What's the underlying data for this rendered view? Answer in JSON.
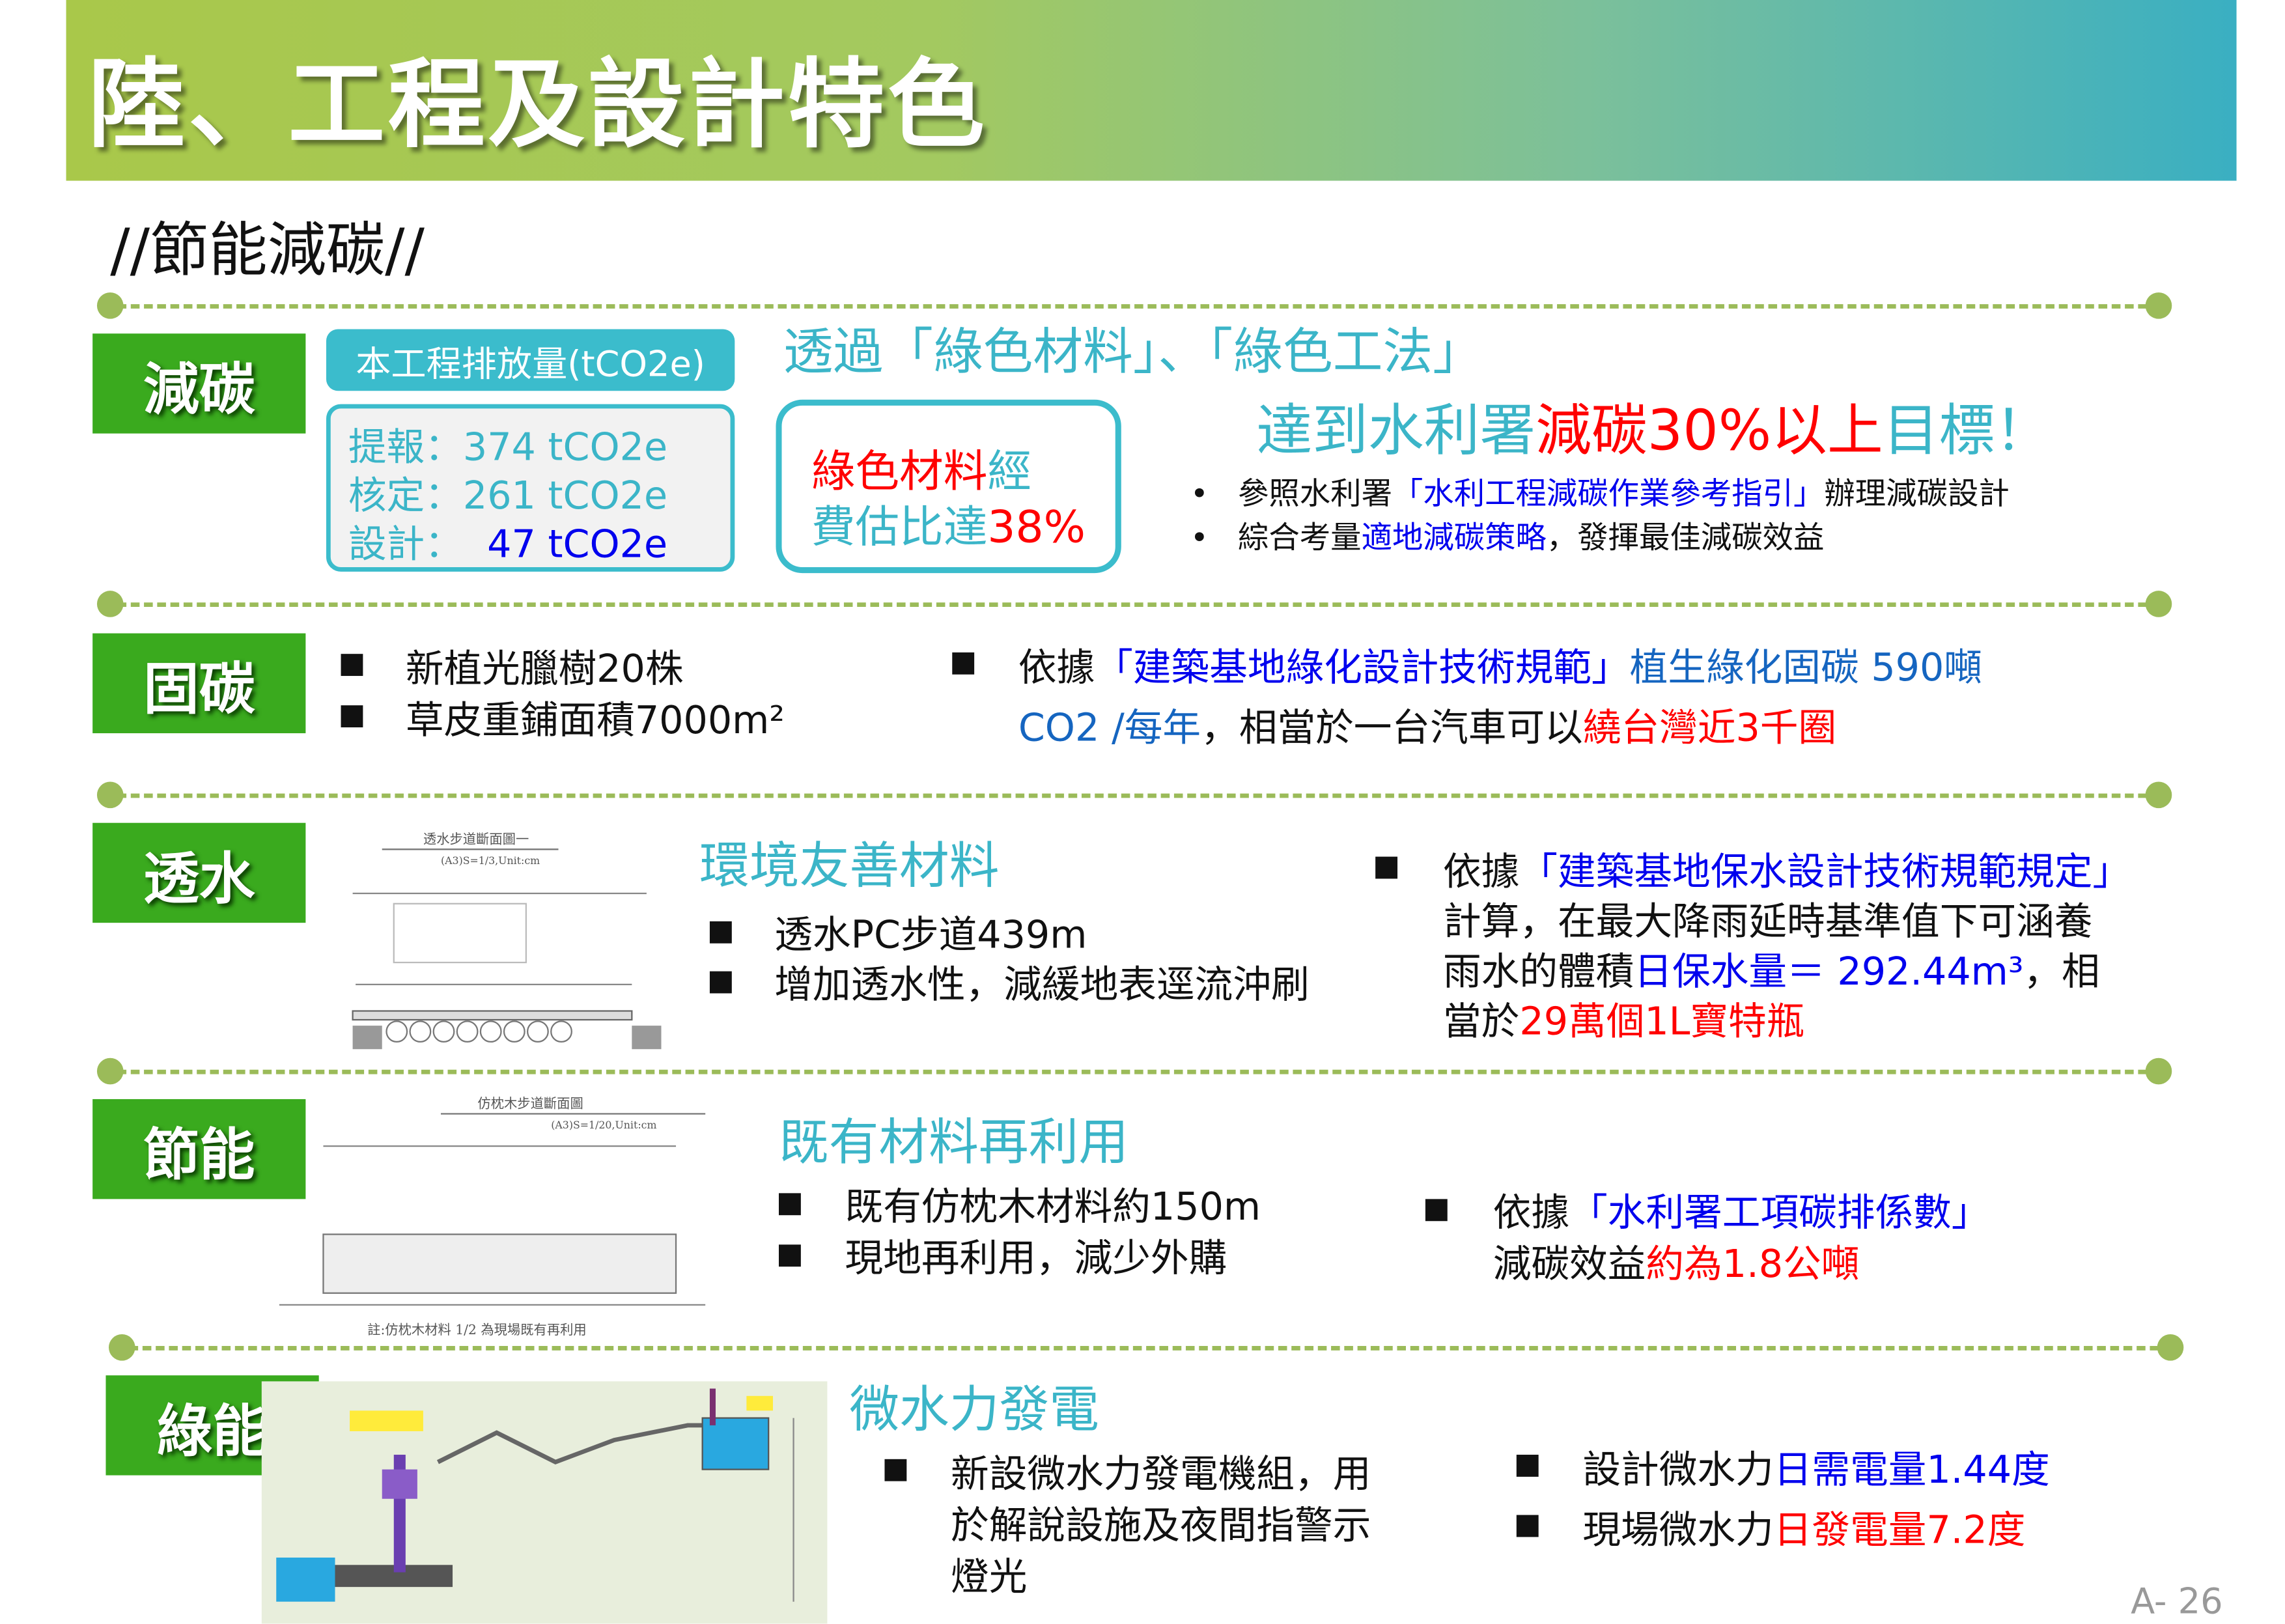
{
  "header": {
    "title": "陸、工程及設計特色"
  },
  "subtitle": "//節能減碳//",
  "sections": {
    "carbon_reduction": {
      "tag": "減碳",
      "pill": "本工程排放量(tCO2e)",
      "rows": [
        {
          "label": "提報：",
          "value": "374 tCO2e"
        },
        {
          "label": "核定：",
          "value": "261 tCO2e"
        },
        {
          "label": "設計：",
          "value": "47 tCO2e"
        }
      ],
      "heading": "透過「綠色材料」、「綠色工法」",
      "box2": {
        "a": "綠色材料",
        "b": "經",
        "c": "費估比達",
        "d": "38%"
      },
      "goal": {
        "a": "達到水利署",
        "b": "減碳30%以上",
        "c": "目標！"
      },
      "bullets": [
        {
          "a": "參照水利署",
          "b": "「水利工程減碳作業參考指引」",
          "c": "辦理減碳設計"
        },
        {
          "a": "綜合考量",
          "b": "適地減碳策略",
          "c": "，發揮最佳減碳效益"
        }
      ]
    },
    "carbon_fixation": {
      "tag": "固碳",
      "bullets": [
        "新植光臘樹20株",
        "草皮重鋪面積7000m²"
      ],
      "right": {
        "a": "依據",
        "b": "「建築基地綠化設計技術規範」",
        "c": "植生綠化固碳 590噸",
        "d": "CO2 /每年",
        "e": "，相當於一台汽車可以",
        "f": "繞台灣近3千圈"
      }
    },
    "permeable": {
      "tag": "透水",
      "heading": "環境友善材料",
      "bullets": [
        "透水PC步道439m",
        "增加透水性，減緩地表逕流沖刷"
      ],
      "diagram": {
        "title": "透水步道斷面圖一",
        "scale": "(A3)S=1/3,Unit:cm"
      },
      "right": {
        "a": "依據",
        "b": "「建築基地保水設計技術規範規定」",
        "c": "計算，在最大降雨延時基準值下可涵養",
        "d": "雨水的體積",
        "e": "日保水量＝ 292.44m³",
        "f": "，相",
        "g": "當於",
        "h": "29萬個1L寶特瓶"
      }
    },
    "energy_saving": {
      "tag": "節能",
      "heading": "既有材料再利用",
      "bullets": [
        "既有仿枕木材料約150m",
        "現地再利用，減少外購"
      ],
      "diagram": {
        "title": "仿枕木步道斷面圖",
        "scale": "(A3)S=1/20,Unit:cm",
        "note": "註:仿枕木材料 1/2 為現場既有再利用"
      },
      "right": {
        "a": "依據",
        "b": "「水利署工項碳排係數」",
        "c": "減碳效益",
        "d": "約為1.8公噸"
      }
    },
    "green_energy": {
      "tag": "綠能",
      "heading": "微水力發電",
      "bullets": [
        "新設微水力發電機組，用",
        "於解說設施及夜間指警示",
        "燈光"
      ],
      "right": [
        {
          "a": "設計微水力",
          "b": "日需電量1.44度"
        },
        {
          "a": "現場微水力",
          "b": "日發電量7.2度"
        }
      ]
    }
  },
  "page_number": "A- 26"
}
